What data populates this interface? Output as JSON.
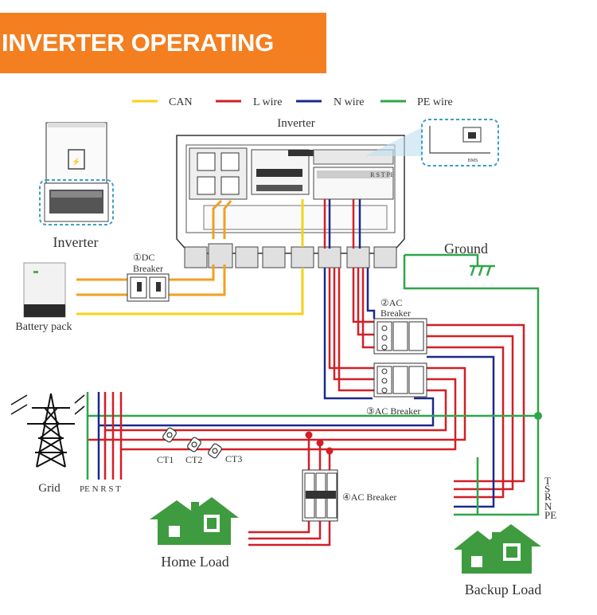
{
  "banner": {
    "title": "INVERTER OPERATING SYSTEM"
  },
  "legend": [
    {
      "label": "CAN",
      "color": "#f5d21a"
    },
    {
      "label": "L wire",
      "color": "#d21f27"
    },
    {
      "label": "N wire",
      "color": "#1b2a8c"
    },
    {
      "label": "PE wire",
      "color": "#2fa64a"
    }
  ],
  "labels": {
    "inverter_top": "Inverter",
    "inverter_left": "Inverter",
    "battery": "Battery pack",
    "grid": "Grid",
    "ground": "Ground",
    "home_load": "Home Load",
    "backup_load": "Backup Load",
    "bms": "BMS",
    "ct1": "CT1",
    "ct2": "CT2",
    "ct3": "CT3",
    "dc_breaker_1": "①DC",
    "dc_breaker_2": "Breaker",
    "ac_breaker2_1": "②AC",
    "ac_breaker2_2": "Breaker",
    "ac_breaker3": "③AC Breaker",
    "ac_breaker4": "④AC Breaker",
    "grid_phases": "PE N R S T",
    "inverter_terminals": "R S T PE",
    "backup_phases": [
      "T",
      "S",
      "R",
      "N",
      "PE"
    ]
  },
  "colors": {
    "L": "#d21f27",
    "N": "#1b2a8c",
    "PE": "#2fa64a",
    "CAN": "#f5d21a",
    "DC": "#f0a020",
    "house": "#3f9b3f"
  }
}
